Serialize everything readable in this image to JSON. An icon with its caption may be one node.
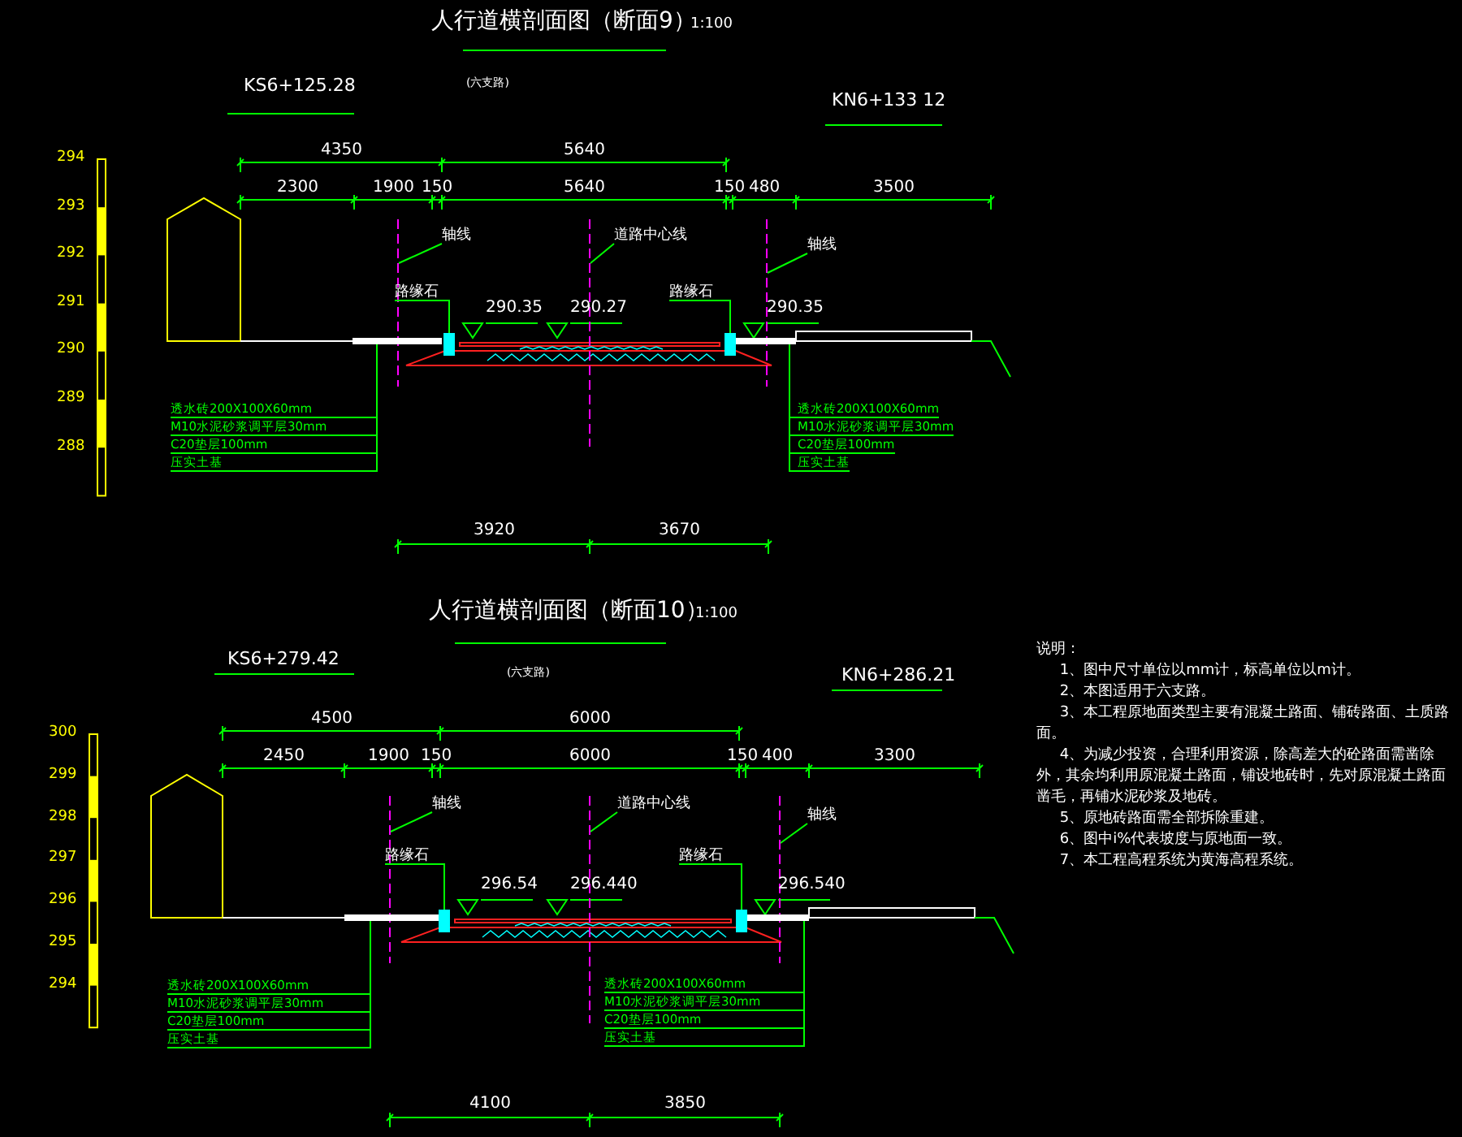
{
  "diagram": {
    "nodes": [
      {
        "text": [
          "轴线"
        ]
      },
      {
        "text": [],
        "shape": "line"
      },
      {
        "text": [
          "道路中心线"
        ]
      },
      {
        "text": [],
        "shape": "line"
      },
      {
        "text": [
          "轴线"
        ]
      },
      {
        "text": [],
        "shape": "line"
      },
      {
        "text": [
          "路缘石"
        ]
      },
      {
        "text": [],
        "shape": "box"
      },
      {
        "text": [
          "路缘石"
        ]
      },
      {
        "text": [],
        "shape": "box"
      },
      {
        "text": [
          "透水砖200X100X60mm"
        ]
      },
      {
        "text": [
          "M10水泥砂浆调平层30mm"
        ]
      },
      {
        "text": [
          "C20垫层100mm"
        ]
      },
      {
        "text": [
          "压实土基"
        ]
      },
      {
        "text": [],
        "shape": "bar"
      },
      {
        "text": [
          "透水砖200X100X60mm"
        ]
      },
      {
        "text": [
          "M10水泥砂浆调平层30mm"
        ]
      },
      {
        "text": [
          "C20垫层100mm"
        ]
      },
      {
        "text": [
          "压实土基"
        ]
      },
      {
        "text": [],
        "shape": "bar"
      },
      {
        "text": [
          "轴线"
        ]
      },
      {
        "text": [],
        "shape": "line"
      },
      {
        "text": [
          "道路中心线"
        ]
      },
      {
        "text": [],
        "shape": "line"
      },
      {
        "text": [
          "轴线"
        ]
      },
      {
        "text": [],
        "shape": "line"
      },
      {
        "text": [
          "路缘石"
        ]
      },
      {
        "text": [],
        "shape": "box"
      },
      {
        "text": [
          "路缘石"
        ]
      },
      {
        "text": [],
        "shape": "box"
      },
      {
        "text": [
          "透水砖200X100X60mm"
        ]
      },
      {
        "text": [
          "M10水泥砂浆调平层30mm"
        ]
      },
      {
        "text": [
          "C20垫层100mm"
        ]
      },
      {
        "text": [
          "压实土基"
        ]
      },
      {
        "text": [],
        "shape": "bar"
      },
      {
        "text": [
          "透水砖200X100X60mm"
        ]
      },
      {
        "text": [
          "M10水泥砂浆调平层30mm"
        ]
      },
      {
        "text": [
          "C20垫层100mm"
        ]
      },
      {
        "text": [
          "压实土基"
        ]
      },
      {
        "text": [],
        "shape": "bar"
      }
    ],
    "edges": [
      {
        "from": 0,
        "to": 1,
        "arrow": "none"
      },
      {
        "from": 2,
        "to": 3,
        "arrow": "none"
      },
      {
        "from": 4,
        "to": 5,
        "arrow": "none"
      },
      {
        "from": 6,
        "to": 7,
        "arrow": "none"
      },
      {
        "from": 8,
        "to": 9,
        "arrow": "none"
      },
      {
        "from": 10,
        "to": 14,
        "arrow": "none"
      },
      {
        "from": 11,
        "to": 14,
        "arrow": "none"
      },
      {
        "from": 12,
        "to": 14,
        "arrow": "none"
      },
      {
        "from": 13,
        "to": 14,
        "arrow": "none"
      },
      {
        "from": 15,
        "to": 19,
        "arrow": "none"
      },
      {
        "from": 16,
        "to": 19,
        "arrow": "none"
      },
      {
        "from": 17,
        "to": 19,
        "arrow": "none"
      },
      {
        "from": 18,
        "to": 19,
        "arrow": "none"
      },
      {
        "from": 20,
        "to": 21,
        "arrow": "none"
      },
      {
        "from": 22,
        "to": 23,
        "arrow": "none"
      },
      {
        "from": 24,
        "to": 25,
        "arrow": "none"
      },
      {
        "from": 26,
        "to": 27,
        "arrow": "none"
      },
      {
        "from": 28,
        "to": 29,
        "arrow": "none"
      },
      {
        "from": 30,
        "to": 34,
        "arrow": "none"
      },
      {
        "from": 31,
        "to": 34,
        "arrow": "none"
      },
      {
        "from": 32,
        "to": 34,
        "arrow": "none"
      },
      {
        "from": 33,
        "to": 34,
        "arrow": "none"
      },
      {
        "from": 35,
        "to": 39,
        "arrow": "none"
      },
      {
        "from": 36,
        "to": 39,
        "arrow": "none"
      },
      {
        "from": 37,
        "to": 39,
        "arrow": "none"
      },
      {
        "from": 38,
        "to": 39,
        "arrow": "none"
      }
    ],
    "labels": [
      "人行道横剖面图（断面9）",
      "1:100",
      "KS6+125.28",
      "(六支路)",
      "KN6+133 12",
      "4350",
      "5640",
      "2300",
      "1900",
      "150",
      "5640",
      "150",
      "480",
      "3500",
      "294",
      "293",
      "292",
      "291",
      "290",
      "289",
      "288",
      "290.35",
      "290.27",
      "290.35",
      "3920",
      "3670",
      "人行道横剖面图（断面10）",
      "1:100",
      "KS6+279.42",
      "(六支路)",
      "KN6+286.21",
      "4500",
      "6000",
      "2450",
      "1900",
      "150",
      "6000",
      "150",
      "400",
      "3300",
      "300",
      "299",
      "298",
      "297",
      "296",
      "295",
      "294",
      "296.54",
      "296.440",
      "296.540",
      "4100",
      "3850",
      "说明：",
      "1、图中尺寸单位以mm计，标高单位以m计。",
      "2、本图适用于六支路。",
      "3、本工程原地面类型主要有混凝土路面、铺砖路面、土质路面。",
      "4、为减少投资，合理利用资源，除高差大的砼路面需凿除外，其余均利用原混凝土路面，铺设地砖时，先对原混凝土路面凿毛，再铺水泥砂浆及地砖。",
      "5、原地砖路面需全部拆除重建。",
      "6、图中i%代表坡度与原地面一致。",
      "7、本工程高程系统为黄海高程系统。"
    ]
  }
}
